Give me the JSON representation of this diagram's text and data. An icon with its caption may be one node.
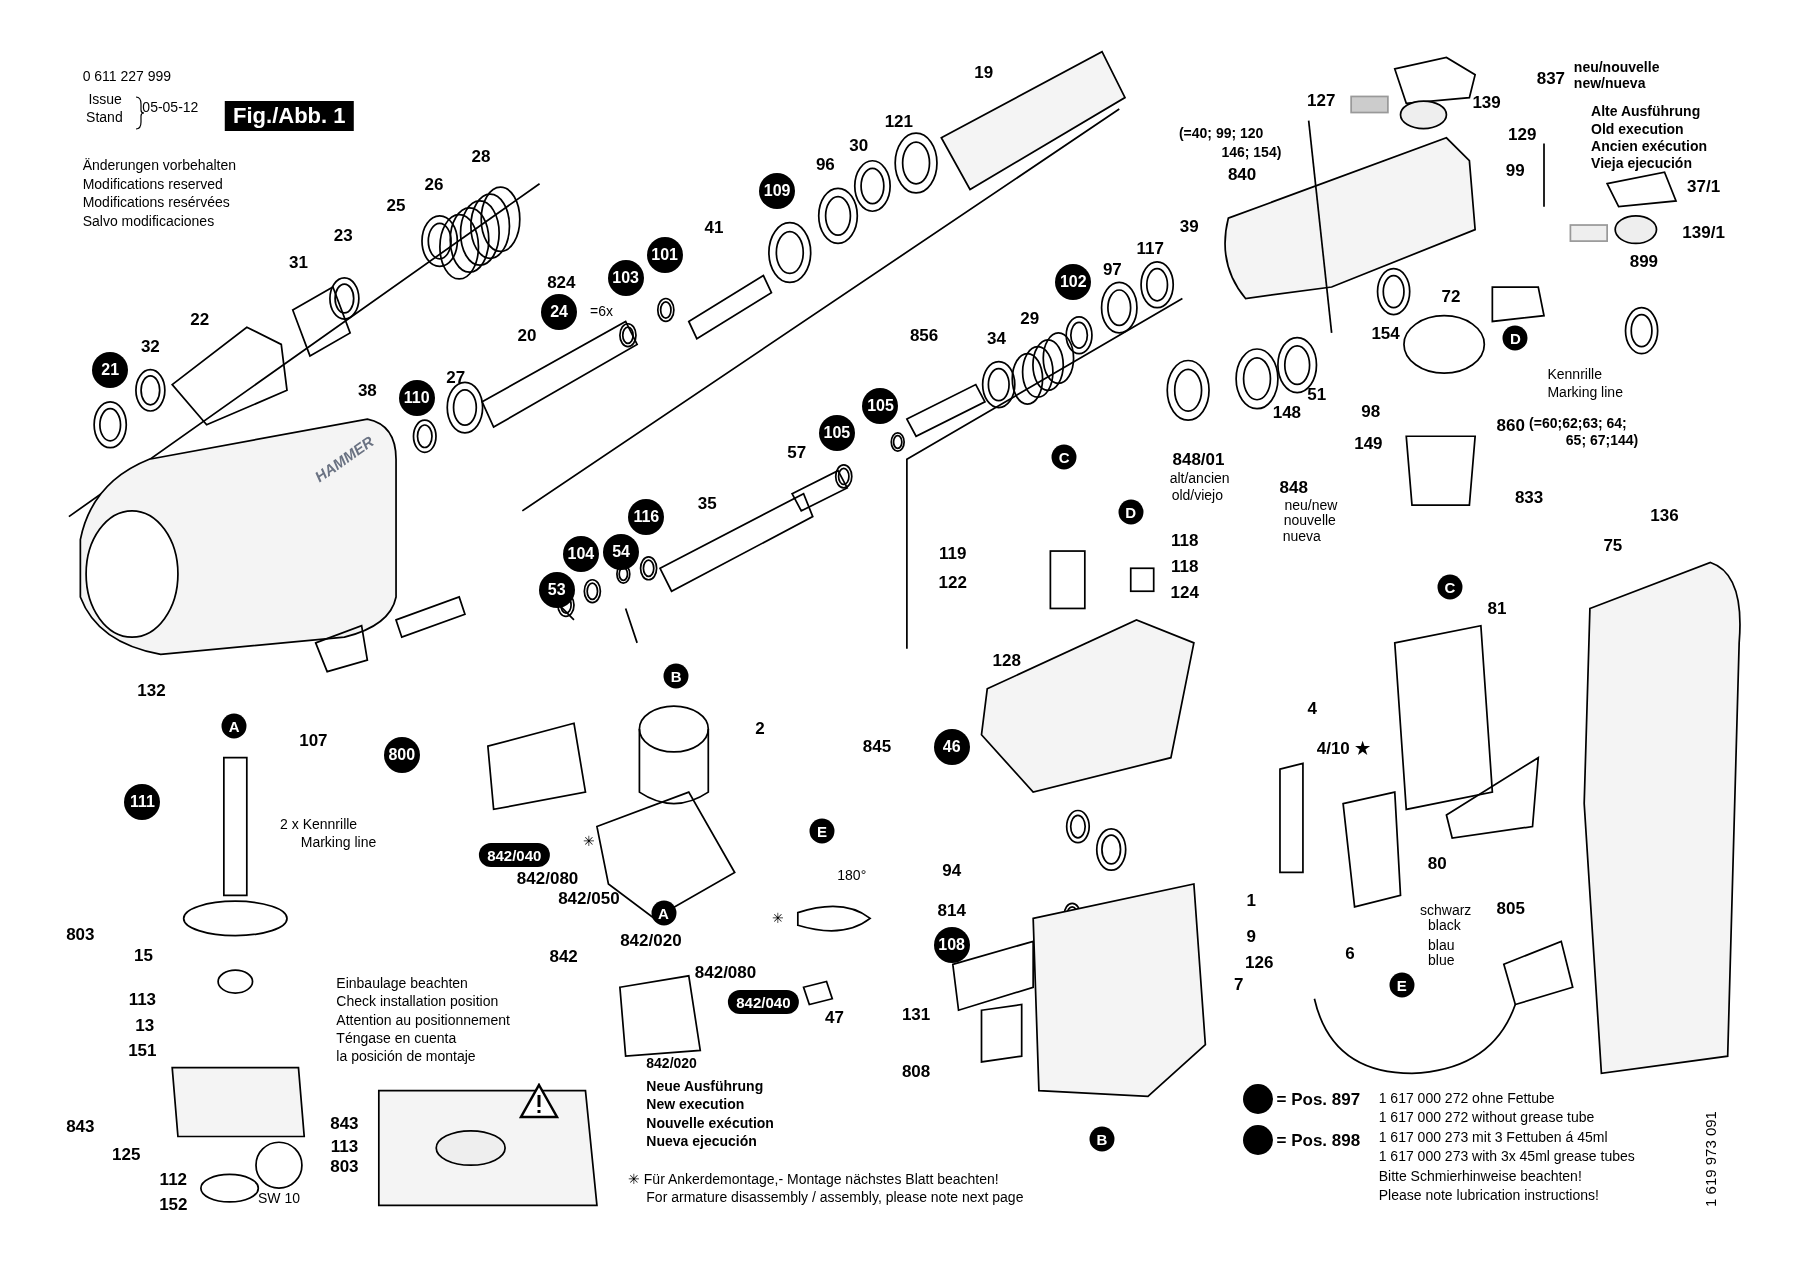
{
  "diagram": {
    "nodes": [
      {
        "text": [
          "Fig./Abb. 1"
        ]
      },
      {
        "text": [
          "21"
        ]
      },
      {
        "text": [
          "110"
        ]
      },
      {
        "text": [
          "24"
        ]
      },
      {
        "text": [
          "103"
        ]
      },
      {
        "text": [
          "101"
        ]
      },
      {
        "text": [
          "109"
        ]
      },
      {
        "text": [
          "102"
        ]
      },
      {
        "text": [
          "105"
        ]
      },
      {
        "text": [
          "105"
        ]
      },
      {
        "text": [
          "116"
        ]
      },
      {
        "text": [
          "104"
        ]
      },
      {
        "text": [
          "54"
        ]
      },
      {
        "text": [
          "53"
        ]
      },
      {
        "text": [
          "111"
        ]
      },
      {
        "text": [
          "800"
        ]
      },
      {
        "text": [
          "46"
        ]
      },
      {
        "text": [
          "108"
        ]
      },
      {
        "text": [
          "A"
        ]
      },
      {
        "text": [
          "A"
        ]
      },
      {
        "text": [
          "B"
        ]
      },
      {
        "text": [
          "B"
        ]
      },
      {
        "text": [
          "C"
        ]
      },
      {
        "text": [
          "C"
        ]
      },
      {
        "text": [
          "D"
        ]
      },
      {
        "text": [
          "D"
        ]
      },
      {
        "text": [
          "E"
        ]
      },
      {
        "text": [
          "E"
        ]
      },
      {
        "text": [
          "842/040"
        ]
      },
      {
        "text": [
          "842/040"
        ]
      }
    ],
    "labels": [
      "0 611 227 999",
      "Issue",
      "Stand",
      "05-05-12",
      "Änderungen vorbehalten",
      "Modifications reserved",
      "Modifications resérvées",
      "Salvo modificaciones",
      "28",
      "26",
      "25",
      "23",
      "31",
      "22",
      "32",
      "38",
      "27",
      "20",
      "824",
      "=6x",
      "41",
      "96",
      "30",
      "121",
      "19",
      "856",
      "34",
      "29",
      "97",
      "117",
      "39",
      "(=40; 99; 120",
      "146; 154)",
      "840",
      "127",
      "139",
      "837",
      "neu/nouvelle",
      "new/nueva",
      "129",
      "Alte Ausführung",
      "Old execution",
      "Ancien exécution",
      "Vieja ejecución",
      "99",
      "37/1",
      "139/1",
      "899",
      "72",
      "154",
      "51",
      "148",
      "Kennrille",
      "Marking line",
      "98",
      "860",
      "(=60;62;63; 64;",
      "65; 67;144)",
      "149",
      "848/01",
      "alt/ancien",
      "old/viejo",
      "848",
      "neu/new",
      "nouvelle",
      "nueva",
      "833",
      "136",
      "75",
      "HAMMER",
      "57",
      "35",
      "119",
      "122",
      "118",
      "118",
      "124",
      "81",
      "132",
      "128",
      "2",
      "4",
      "107",
      "845",
      "4/10 ★",
      "2 x Kennrille",
      "Marking line",
      "✳",
      "842/080",
      "180°",
      "842/050",
      "80",
      "94",
      "1",
      "schwarz",
      "black",
      "805",
      "814",
      "✳",
      "803",
      "9",
      "842/020",
      "blau",
      "blue",
      "6",
      "15",
      "842",
      "126",
      "842/080",
      "Einbaulage beachten",
      "Check installation position",
      "Attention au positionnement",
      "Téngase en cuenta",
      "la posición de montaje",
      "7",
      "113",
      "131",
      "47",
      "13",
      "151",
      "842/020",
      "Neue Ausführung",
      "New execution",
      "Nouvelle exécution",
      "Nueva ejecución",
      "808",
      "1 617 000 272 ohne Fettube",
      "1 617 000 272 without grease tube",
      "1 617 000 273 mit 3 Fettuben á 45ml",
      "1 617 000 273 with 3x 45ml grease tubes",
      "Bitte Schmierhinweise beachten!",
      "Please note lubrication instructions!",
      "843",
      "843",
      "113",
      "125",
      "803",
      "112",
      "SW 10",
      "152",
      "✳ Für Ankerdemontage,- Montage nächstes Blatt beachten!",
      "For armature disassembly / assembly, please note next page",
      "1 619 973 091"
    ],
    "legend": [
      {
        "text": "= Pos. 897",
        "color": "#000000"
      },
      {
        "text": "= Pos. 898",
        "color": "#000000"
      }
    ]
  }
}
